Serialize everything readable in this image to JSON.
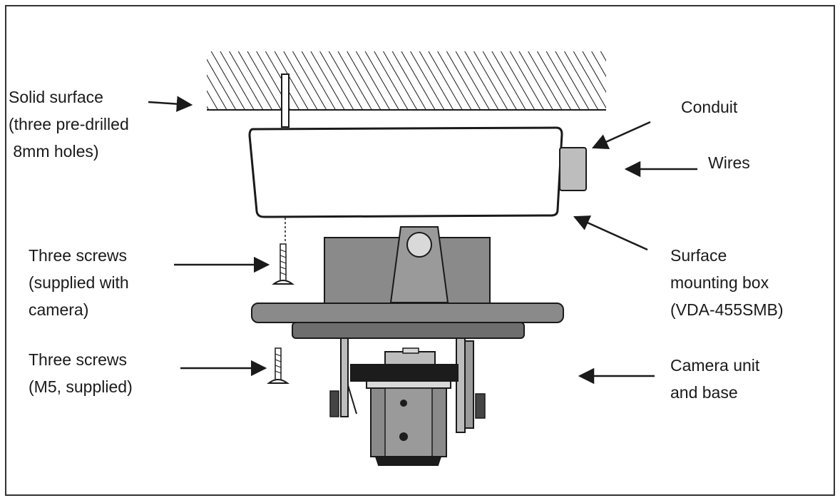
{
  "diagram": {
    "labels": {
      "solid_surface": [
        "Solid surface",
        "(three pre-drilled",
        " 8mm holes)"
      ],
      "conduit": [
        "Conduit"
      ],
      "wires": [
        "Wires"
      ],
      "three_screws_camera": [
        "Three screws",
        "(supplied with",
        "camera)"
      ],
      "surface_box": [
        "Surface",
        "mounting box",
        "(VDA-455SMB)"
      ],
      "three_screws_m5": [
        "Three screws",
        "(M5, supplied)"
      ],
      "camera_unit": [
        "Camera unit",
        "and base"
      ]
    }
  },
  "colors": {
    "line": "#1a1a1a",
    "frame": "#333333",
    "box_fill": "#ffffff",
    "base_fill": "#8a8a8a",
    "base_dark": "#6e6e6e",
    "bracket_fill": "#bdbdbd",
    "knob_fill": "#d9d9d9",
    "black_part": "#1c1c1c"
  }
}
